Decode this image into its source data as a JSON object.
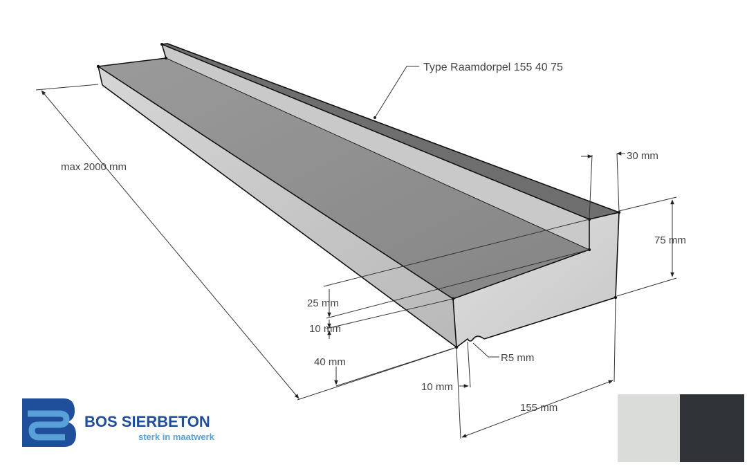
{
  "type_label": "Type Raamdorpel 155 40 75",
  "dimensions": {
    "length": "max 2000 mm",
    "lip_width": "30 mm",
    "height": "75 mm",
    "slope": "25 mm",
    "step": "10 mm",
    "front": "40 mm",
    "radius": "R5 mm",
    "drip_offset": "10 mm",
    "width": "155 mm"
  },
  "logo": {
    "brand": "BOS SIERBETON",
    "tagline": "sterk in maatwerk",
    "brand_color": "#1f4e9a",
    "accent_color": "#5aa0d8"
  },
  "swatches": [
    {
      "name": "light-grey",
      "color": "#d9dcd8"
    },
    {
      "name": "anthracite",
      "color": "#2f3236"
    }
  ]
}
